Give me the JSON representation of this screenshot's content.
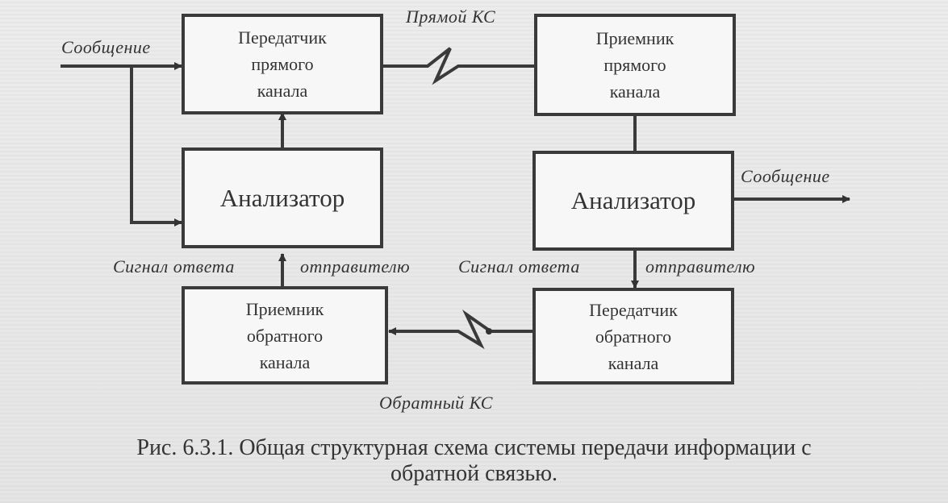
{
  "diagram": {
    "blocks": {
      "tx_forward": "Передатчик\nпрямого\nканала",
      "rx_forward": "Приемник\nпрямого\nканала",
      "analyzer_left": "Анализатор",
      "analyzer_right": "Анализатор",
      "rx_reverse": "Приемник\nобратного\nканала",
      "tx_reverse": "Передатчик\nобратного\nканала"
    },
    "labels": {
      "message_in": "Сообщение",
      "message_out": "Сообщение",
      "forward_channel": "Прямой КС",
      "reverse_channel": "Обратный КС",
      "reply_signal_left": "Сигнал ответа",
      "to_sender_left": "отправителю",
      "reply_signal_right": "Сигнал ответа",
      "to_sender_right": "отправителю"
    }
  },
  "caption": {
    "line1": "Рис. 6.3.1. Общая структурная схема системы передачи информации с",
    "line2": "обратной связью."
  }
}
